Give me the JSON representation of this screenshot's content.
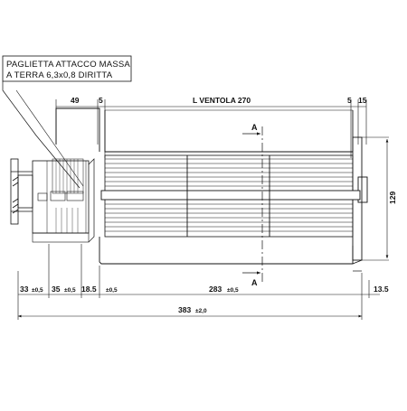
{
  "note": {
    "line1": "PAGLIETTA ATTACCO MASSA",
    "line2": "A TERRA 6,3x0,8 DIRITTA"
  },
  "top_dims": {
    "d49": "49",
    "d5_left": "5",
    "fan_length": "L VENTOLA 270",
    "d5_right": "5",
    "d15": "15"
  },
  "section": {
    "top_label": "A",
    "bottom_label": "A"
  },
  "height_dim": {
    "value": "129"
  },
  "bottom_dims": {
    "d33": {
      "value": "33",
      "tol": "±0,5"
    },
    "d35": {
      "value": "35",
      "tol": "±0,5"
    },
    "d18_5": {
      "value": "18.5",
      "tol": "±0,5"
    },
    "d283": {
      "value": "283",
      "tol": "±0,5"
    },
    "d13_5": {
      "value": "13.5"
    },
    "total": {
      "value": "383",
      "tol": "±2,0"
    }
  },
  "colors": {
    "line": "#111111",
    "paper": "#ffffff"
  }
}
